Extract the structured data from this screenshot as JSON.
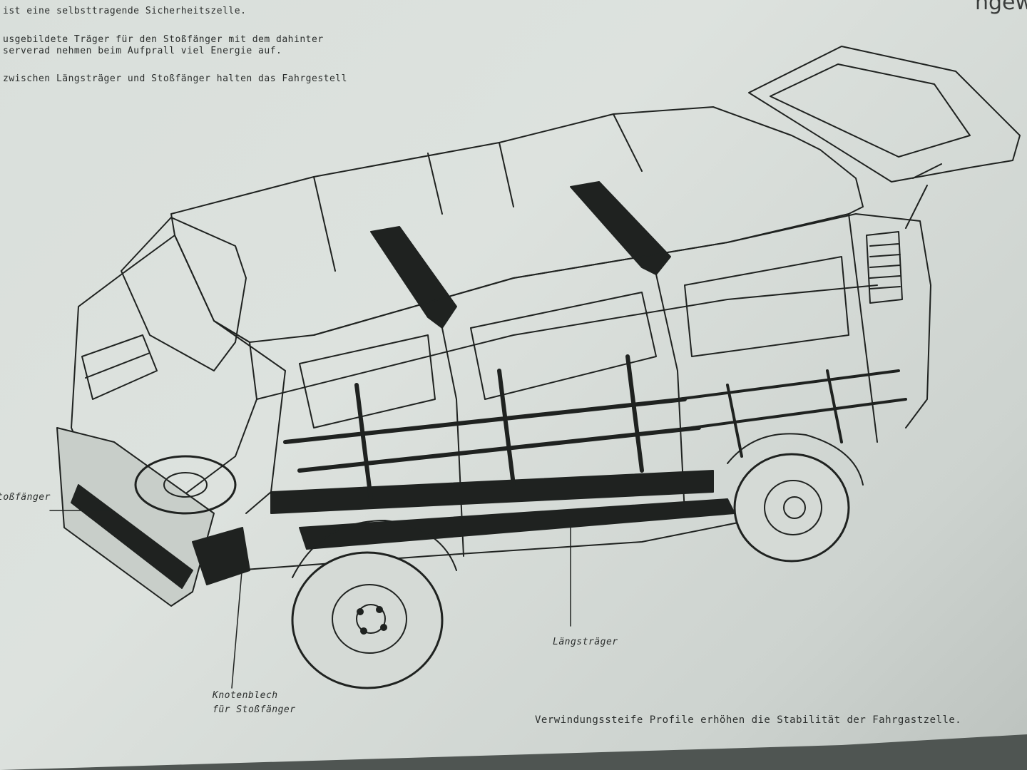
{
  "header_lines": [
    "ist eine selbsttragende Sicherheitszelle.",
    "usgebildete Träger für den Stoßfänger mit dem dahinter",
    "serverad nehmen beim Aufprall viel Energie auf.",
    "zwischen Längsträger und Stoßfänger halten das Fahrgestell"
  ],
  "corner_fragment": "ngew",
  "labels": {
    "bumper": "toßfänger",
    "longitudinal_member": "Längsträger",
    "gusset_line1": "Knotenblech",
    "gusset_line2": "für Stoßfänger"
  },
  "caption": "Verwindungssteife Profile erhöhen die Stabilität der Fahrgastzelle."
}
